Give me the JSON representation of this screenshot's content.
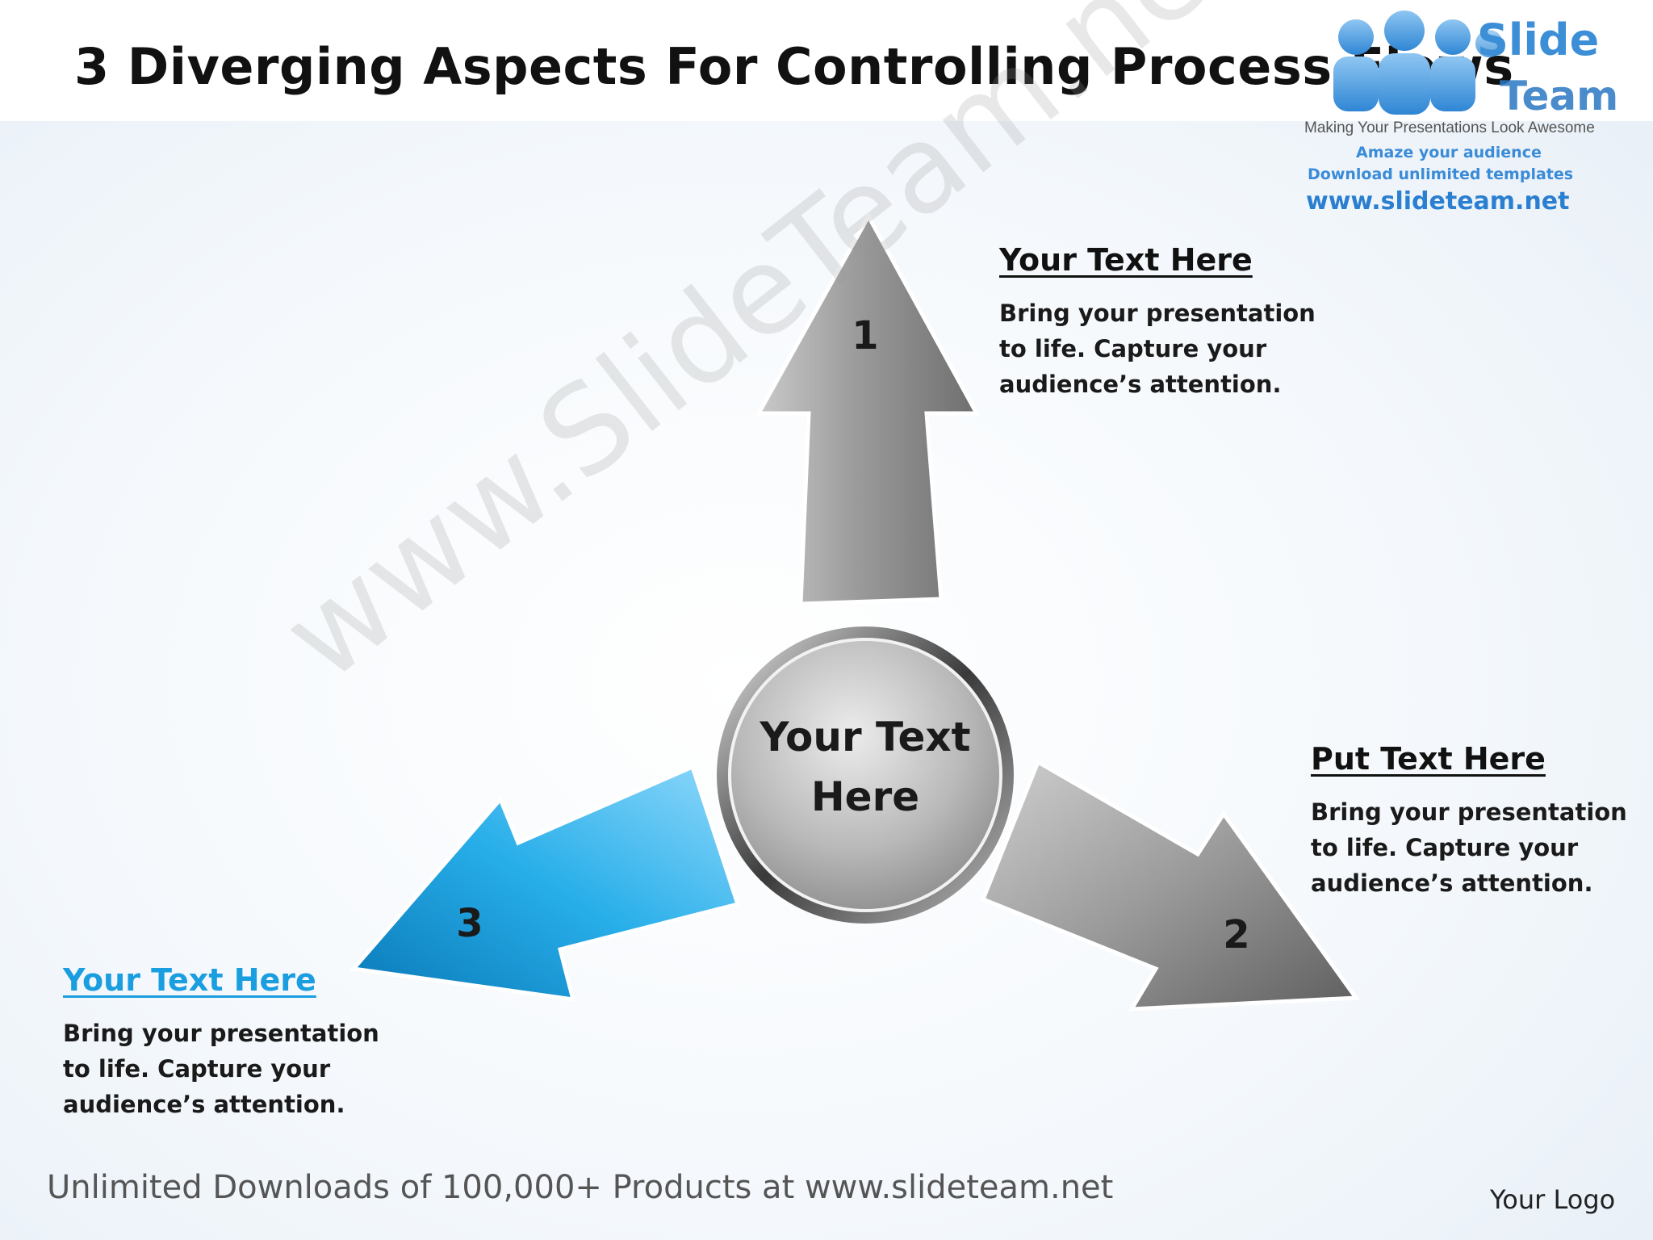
{
  "title": "3 Diverging Aspects For Controlling Process Flows",
  "logo": {
    "brand_line1": "Slide",
    "brand_line2": "Team",
    "tagline": "Making Your Presentations Look Awesome",
    "promo_line1": "Amaze your audience",
    "promo_line2": "Download unlimited templates",
    "url": "www.slideteam.net"
  },
  "center": {
    "line1": "Your Text",
    "line2": "Here"
  },
  "arrows": [
    {
      "number": "1",
      "color": "#9a9a9a"
    },
    {
      "number": "2",
      "color": "#8f8f8f"
    },
    {
      "number": "3",
      "color": "#1aa6e6"
    }
  ],
  "blocks": [
    {
      "heading": "Your Text Here",
      "body": "Bring your presentation to life. Capture your audience’s attention."
    },
    {
      "heading": "Put Text Here",
      "body": "Bring your presentation to life. Capture your audience’s attention."
    },
    {
      "heading": "Your Text Here",
      "body": "Bring your presentation to life. Capture your audience’s attention.",
      "color": "#1a9ee0"
    }
  ],
  "watermark": "www.SlideTeam.net",
  "footer": "Unlimited Downloads of 100,000+ Products at www.slideteam.net",
  "your_logo": "Your Logo"
}
